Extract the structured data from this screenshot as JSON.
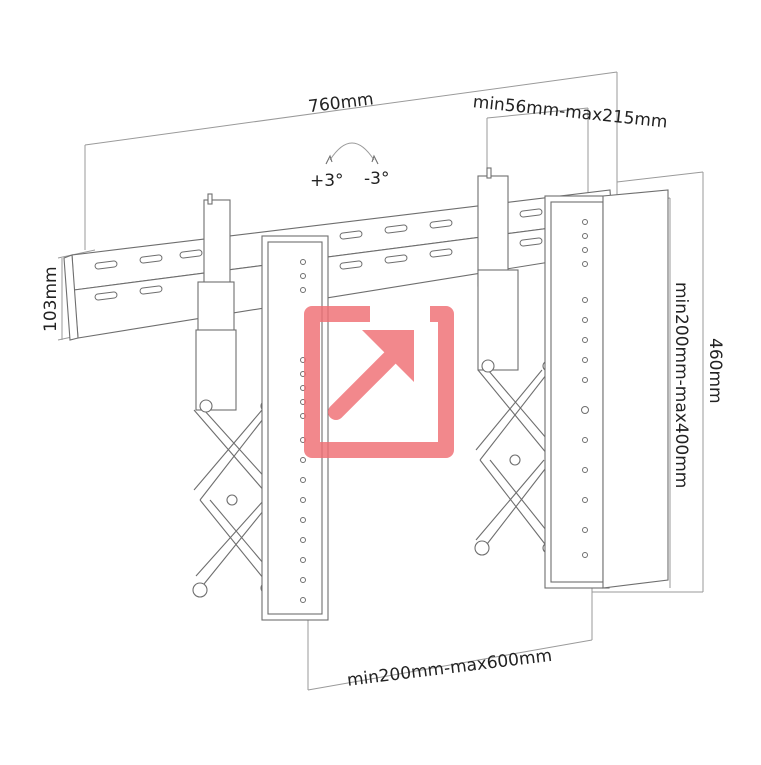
{
  "diagram": {
    "labels": {
      "width_total": "760mm",
      "hook_range": "min56mm-max215mm",
      "tilt_plus": "+3°",
      "tilt_minus": "-3°",
      "rail_height": "103mm",
      "vertical_range": "min200mm-max400mm",
      "height_total": "460mm",
      "horizontal_range": "min200mm-max600mm"
    }
  },
  "overlay": {
    "icon": "open-external-icon",
    "color": "#f06e74"
  },
  "colors": {
    "line": "#6e6e6e",
    "dimension_line": "#9a9a9a",
    "text": "#222222"
  }
}
